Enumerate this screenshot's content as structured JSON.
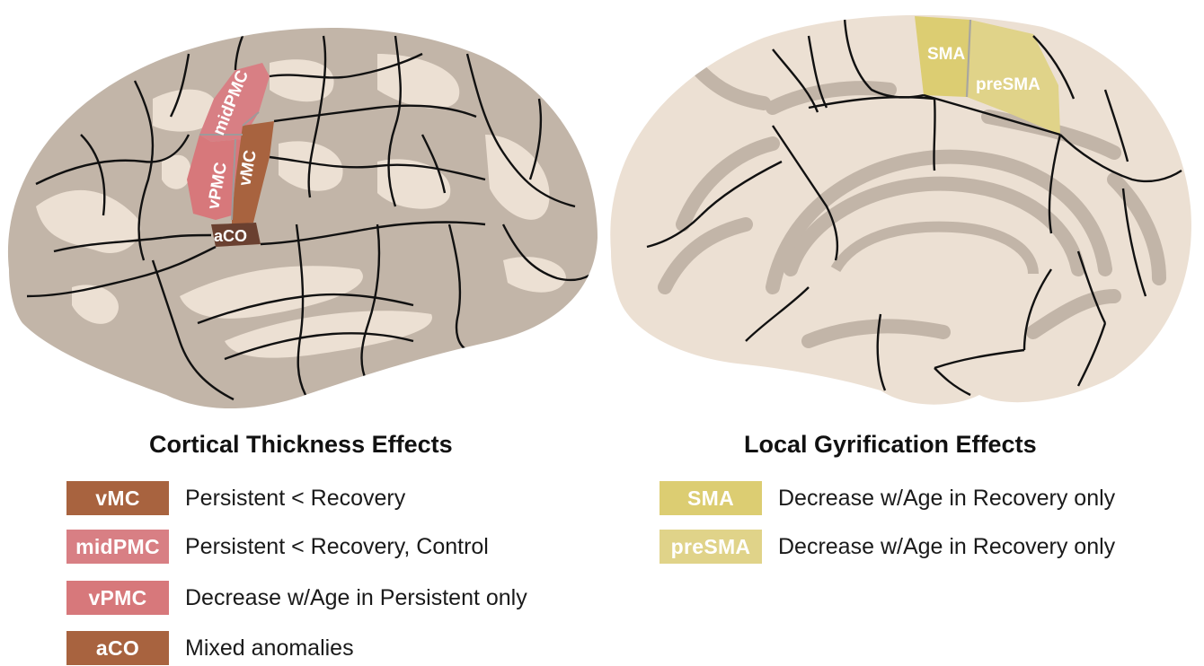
{
  "colors": {
    "vmc": "#a8633f",
    "midpmc": "#d87f84",
    "vpmc": "#d7787b",
    "aco": "#a8633f",
    "sma": "#dccd72",
    "presma": "#e0d389",
    "cortex_dark": "#c2b5a8",
    "cortex_light": "#ece0d3",
    "boundary": "#111111"
  },
  "brain_labels": {
    "midpmc": "midPMC",
    "vpmc": "vPMC",
    "vmc": "vMC",
    "aco": "aCO",
    "sma": "SMA",
    "presma": "preSMA"
  },
  "left_panel": {
    "title": "Cortical Thickness Effects",
    "legend": [
      {
        "label": "vMC",
        "text": "Persistent < Recovery"
      },
      {
        "label": "midPMC",
        "text": "Persistent < Recovery, Control"
      },
      {
        "label": "vPMC",
        "text": "Decrease w/Age in Persistent only"
      },
      {
        "label": "aCO",
        "text": "Mixed anomalies"
      }
    ]
  },
  "right_panel": {
    "title": "Local Gyrification Effects",
    "legend": [
      {
        "label": "SMA",
        "text": "Decrease w/Age in Recovery only"
      },
      {
        "label": "preSMA",
        "text": "Decrease w/Age in Recovery only"
      }
    ]
  }
}
